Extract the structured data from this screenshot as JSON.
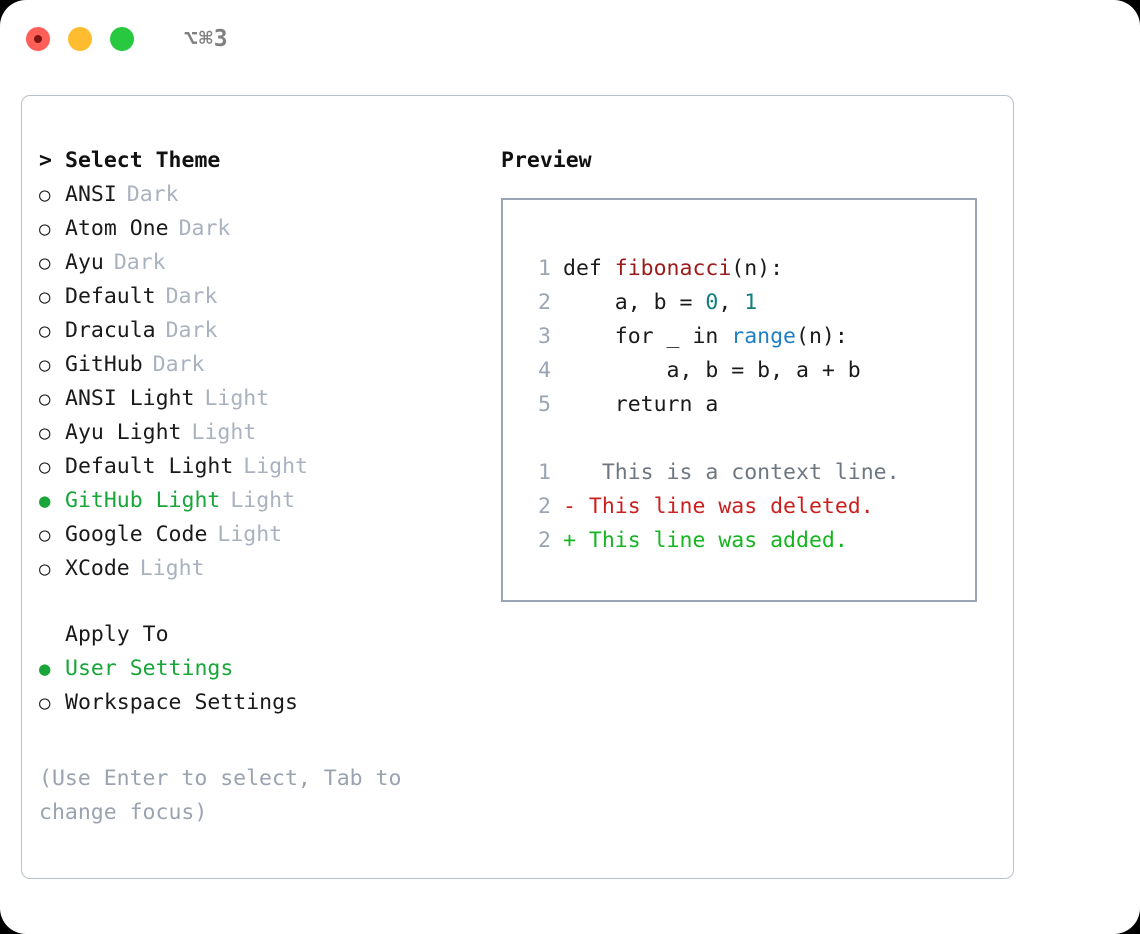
{
  "titlebar": {
    "shortcut": "⌥⌘3",
    "buttons": [
      "close",
      "minimize",
      "zoom"
    ]
  },
  "theme_list": {
    "header_prefix": ">",
    "header": "Select Theme",
    "marker_unselected": "○",
    "marker_selected": "●",
    "items": [
      {
        "label": "ANSI",
        "tag": "Dark",
        "selected": false
      },
      {
        "label": "Atom One",
        "tag": "Dark",
        "selected": false
      },
      {
        "label": "Ayu",
        "tag": "Dark",
        "selected": false
      },
      {
        "label": "Default",
        "tag": "Dark",
        "selected": false
      },
      {
        "label": "Dracula",
        "tag": "Dark",
        "selected": false
      },
      {
        "label": "GitHub",
        "tag": "Dark",
        "selected": false
      },
      {
        "label": "ANSI Light",
        "tag": "Light",
        "selected": false
      },
      {
        "label": "Ayu Light",
        "tag": "Light",
        "selected": false
      },
      {
        "label": "Default Light",
        "tag": "Light",
        "selected": false
      },
      {
        "label": "GitHub Light",
        "tag": "Light",
        "selected": true
      },
      {
        "label": "Google Code",
        "tag": "Light",
        "selected": false
      },
      {
        "label": "XCode",
        "tag": "Light",
        "selected": false
      }
    ]
  },
  "apply_to": {
    "header": "Apply To",
    "items": [
      {
        "label": "User Settings",
        "selected": true
      },
      {
        "label": "Workspace Settings",
        "selected": false
      }
    ]
  },
  "hint": "(Use Enter to select, Tab to change focus)",
  "preview": {
    "title": "Preview",
    "code_lines": [
      {
        "no": "1",
        "tokens": [
          {
            "t": "def ",
            "k": "plain"
          },
          {
            "t": "fibonacci",
            "k": "fn"
          },
          {
            "t": "(n):",
            "k": "plain"
          }
        ]
      },
      {
        "no": "2",
        "tokens": [
          {
            "t": "    a, b = ",
            "k": "plain"
          },
          {
            "t": "0",
            "k": "num"
          },
          {
            "t": ", ",
            "k": "plain"
          },
          {
            "t": "1",
            "k": "num"
          }
        ]
      },
      {
        "no": "3",
        "tokens": [
          {
            "t": "    for _ in ",
            "k": "plain"
          },
          {
            "t": "range",
            "k": "call"
          },
          {
            "t": "(n):",
            "k": "plain"
          }
        ]
      },
      {
        "no": "4",
        "tokens": [
          {
            "t": "        a, b = b, a + b",
            "k": "plain"
          }
        ]
      },
      {
        "no": "5",
        "tokens": [
          {
            "t": "    return a",
            "k": "plain"
          }
        ]
      }
    ],
    "diff_lines": [
      {
        "no": "1",
        "sign": " ",
        "text": "  This is a context line.",
        "k": "ctx"
      },
      {
        "no": "2",
        "sign": "-",
        "text": " This line was deleted.",
        "k": "del"
      },
      {
        "no": "2",
        "sign": "+",
        "text": " This line was added.",
        "k": "add"
      }
    ]
  },
  "colors": {
    "selected_green": "#18a638",
    "tag_gray": "#aab2bf",
    "hint_gray": "#9aa3b0",
    "preview_border": "#9aa5b4",
    "panel_border": "#b9c1cd",
    "fn_red": "#9c1a1a",
    "num_teal": "#117d7d",
    "call_blue": "#1f7fc4",
    "diff_del": "#cc1f1f",
    "diff_add": "#16b521",
    "diff_ctx": "#6e7781",
    "traffic_red": "#ff5f57",
    "traffic_yellow": "#febc2e",
    "traffic_green": "#28c840"
  }
}
